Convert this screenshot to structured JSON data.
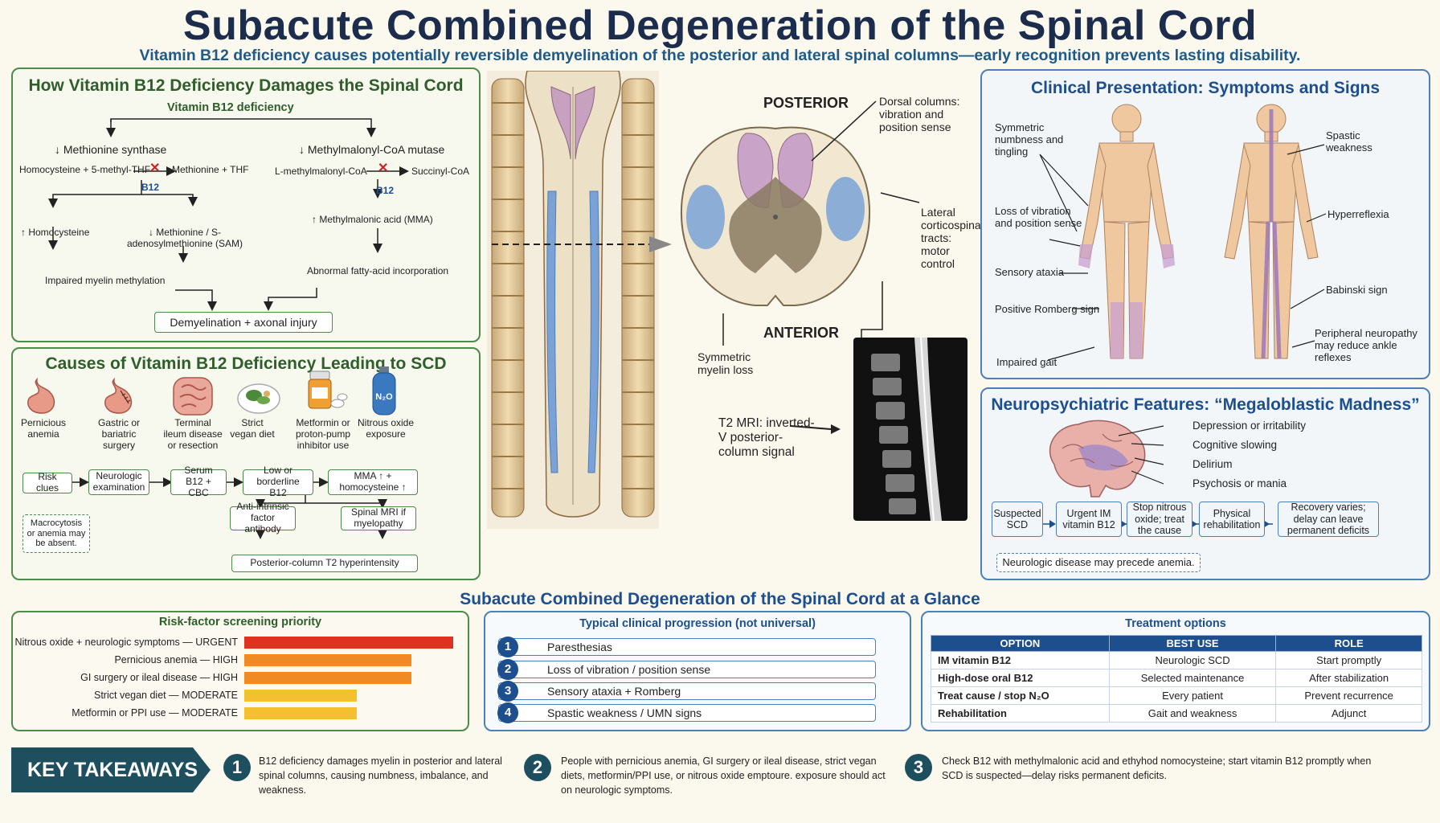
{
  "title": "Subacute Combined Degeneration of the Spinal Cord",
  "subtitle": "Vitamin B12 deficiency causes potentially reversible demyelination of the posterior and lateral spinal columns—early recognition prevents lasting disability.",
  "mechanism": {
    "title": "How Vitamin B12 Deficiency Damages the Spinal Cord",
    "root": "Vitamin B12 deficiency",
    "left_enzyme": "↓ Methionine synthase",
    "left_reactant": "Homocysteine + 5-methyl-THF",
    "left_product": "Methionine + THF",
    "cofactor": "B12",
    "left_out1": "↑ Homocysteine",
    "left_out2": "↓ Methionine / S-adenosylmethionine (SAM)",
    "left_result": "Impaired myelin methylation",
    "right_enzyme": "↓ Methylmalonyl-CoA mutase",
    "right_reactant": "L-methylmalonyl-CoA",
    "right_product": "Succinyl-CoA",
    "right_out": "↑ Methylmalonic acid (MMA)",
    "right_result": "Abnormal fatty-acid incorporation",
    "final": "Demyelination + axonal injury"
  },
  "causes": {
    "title": "Causes of Vitamin B12 Deficiency Leading to SCD",
    "items": [
      "Pernicious anemia",
      "Gastric or bariatric surgery",
      "Terminal ileum disease or resection",
      "Strict vegan diet",
      "Metformin or proton-pump inhibitor use",
      "Nitrous oxide exposure"
    ],
    "n2o_label": "N₂O",
    "flow": [
      "Risk clues",
      "Neurologic examination",
      "Serum B12 + CBC",
      "Low or borderline B12",
      "MMA ↑ + homocysteine ↑"
    ],
    "note": "Macrocytosis or anemia may be absent.",
    "branch1": "Anti-intrinsic factor antibody",
    "branch2": "Spinal MRI if myelopathy",
    "branch_result": "Posterior-column T2 hyperintensity"
  },
  "anatomy": {
    "posterior": "POSTERIOR",
    "anterior": "ANTERIOR",
    "dorsal": "Dorsal columns: vibration and position sense",
    "lateral": "Lateral corticospinal tracts: motor control",
    "symmetric": "Symmetric myelin loss",
    "mri": "T2 MRI: inverted-V posterior-column signal"
  },
  "clinical": {
    "title": "Clinical Presentation: Symptoms and Signs",
    "left_labels": [
      "Symmetric numbness and tingling",
      "Loss of vibration and position sense",
      "Sensory ataxia",
      "Positive Romberg sign",
      "Impaired gait"
    ],
    "right_labels": [
      "Spastic weakness",
      "Hyperreflexia",
      "Babinski sign",
      "Peripheral neuropathy may reduce ankle reflexes"
    ]
  },
  "neuro": {
    "title": "Neuropsychiatric Features: “Megaloblastic Madness”",
    "features": [
      "Depression or irritability",
      "Cognitive slowing",
      "Delirium",
      "Psychosis or mania"
    ],
    "flow": [
      "Suspected SCD",
      "Urgent IM vitamin B12",
      "Stop nitrous oxide; treat the cause",
      "Physical rehabilitation",
      "Recovery varies; delay can leave permanent deficits"
    ],
    "note": "Neurologic disease may precede anemia."
  },
  "glance_title": "Subacute Combined Degeneration of the Spinal Cord at a Glance",
  "risk": {
    "title": "Risk-factor screening priority",
    "rows": [
      {
        "label": "Nitrous oxide + neurologic symptoms — URGENT",
        "value": 1.0,
        "color": "#e03020"
      },
      {
        "label": "Pernicious anemia — HIGH",
        "value": 0.8,
        "color": "#f08a25"
      },
      {
        "label": "GI surgery or ileal disease — HIGH",
        "value": 0.8,
        "color": "#f08a25"
      },
      {
        "label": "Strict vegan diet — MODERATE",
        "value": 0.54,
        "color": "#f5c030"
      },
      {
        "label": "Metformin or PPI use — MODERATE",
        "value": 0.54,
        "color": "#f5c030"
      }
    ]
  },
  "progression": {
    "title": "Typical clinical progression (not universal)",
    "steps": [
      {
        "num": "1",
        "text": "Paresthesias"
      },
      {
        "num": "2",
        "text": "Loss of vibration / position sense"
      },
      {
        "num": "3",
        "text": "Sensory ataxia + Romberg"
      },
      {
        "num": "4",
        "text": "Spastic weakness / UMN signs"
      }
    ]
  },
  "treatment": {
    "title": "Treatment options",
    "headers": [
      "OPTION",
      "BEST USE",
      "ROLE"
    ],
    "rows": [
      [
        "IM vitamin B12",
        "Neurologic SCD",
        "Start promptly"
      ],
      [
        "High-dose oral B12",
        "Selected maintenance",
        "After stabilization"
      ],
      [
        "Treat cause / stop N₂O",
        "Every patient",
        "Prevent recurrence"
      ],
      [
        "Rehabilitation",
        "Gait and weakness",
        "Adjunct"
      ]
    ]
  },
  "takeaways": {
    "label": "KEY TAKEAWAYS",
    "items": [
      {
        "num": "1",
        "text": "B12 deficiency damages myelin in posterior and lateral spinal columns, causing numbness, imbalance, and weakness."
      },
      {
        "num": "2",
        "text": "People with pernicious anemia, GI surgery or ileal disease, strict vegan diets, metformin/PPI use, or nitrous oxide emptoure. exposure should act on neurologic symptoms."
      },
      {
        "num": "3",
        "text": "Check B12 with methylmalonic acid and ethyhod nomocysteine; start vitamin B12 promptly when SCD is suspected—delay risks permanent deficits."
      }
    ]
  }
}
